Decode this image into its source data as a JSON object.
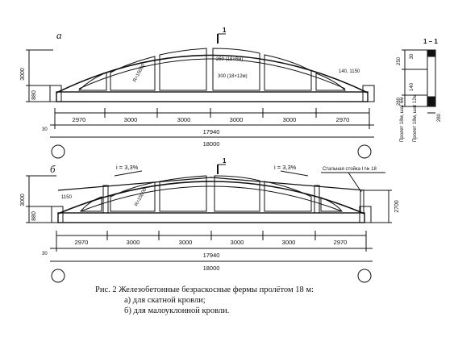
{
  "truss_a": {
    "label": "а",
    "height_total": "3000",
    "height_bottom": "880",
    "panel_spans": [
      "2970",
      "3000",
      "3000",
      "3000",
      "3000",
      "2970"
    ],
    "inner_span": "17940",
    "full_span": "18000",
    "end_offset": "30",
    "web_left_label": "R=15000",
    "hole_1": "250 (18×6м)",
    "hole_2": "300 (18×12м)",
    "end_dims": "140, 1150",
    "section_mark": "1"
  },
  "truss_b": {
    "label": "б",
    "height_total": "3000",
    "height_bottom": "880",
    "height_right": "2700",
    "post_height": "1150",
    "web_left_label": "R=15000",
    "slope_left": "i = 3,3%",
    "slope_right": "i = 3,3%",
    "steel_post": "Стальная стойка  I № 18",
    "panel_spans": [
      "2970",
      "3000",
      "3000",
      "3000",
      "3000",
      "2970"
    ],
    "inner_span": "17940",
    "full_span": "18000",
    "end_offset": "30",
    "section_mark": "1"
  },
  "section_1_1": {
    "title": "1 – 1",
    "dim_top_1": "250",
    "dim_top_2": "30",
    "dim_mid_1": "280",
    "dim_mid_2": "140",
    "dim_width": "280",
    "note_left": "Пролет 18м, шаг 6м",
    "note_right": "Пролет 18м, шаг 12м"
  },
  "caption": {
    "line1": "Рис. 2  Железобетонные безраскосные фермы пролётом 18 м:",
    "line2": "а) для скатной кровли;",
    "line3": "б) для малоуклонной кровли."
  }
}
